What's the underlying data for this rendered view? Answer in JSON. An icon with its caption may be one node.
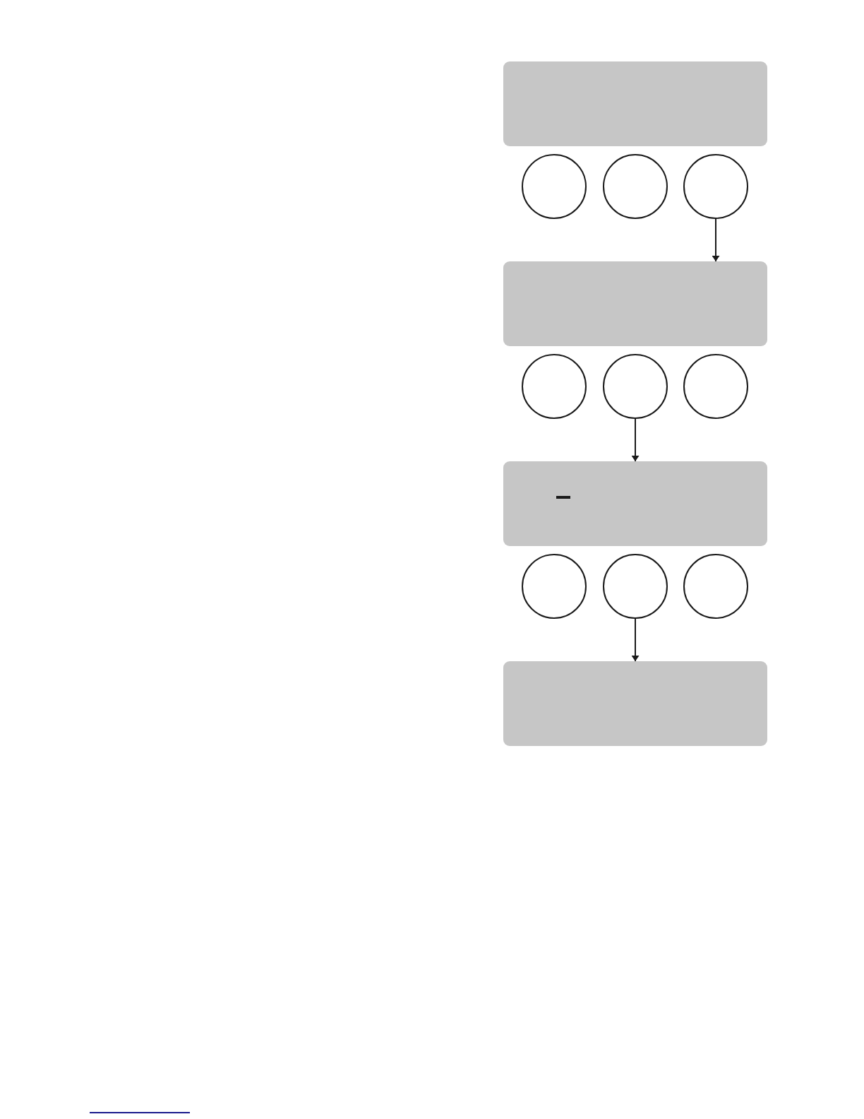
{
  "diagram": {
    "nodes": [
      {
        "text": [],
        "shape": "box"
      },
      {
        "text": [],
        "shape": "circle"
      },
      {
        "text": [],
        "shape": "circle"
      },
      {
        "text": [],
        "shape": "circle"
      },
      {
        "text": [],
        "shape": "box"
      },
      {
        "text": [],
        "shape": "circle"
      },
      {
        "text": [],
        "shape": "circle"
      },
      {
        "text": [],
        "shape": "circle"
      },
      {
        "text": [],
        "shape": "box"
      },
      {
        "text": [],
        "shape": "circle"
      },
      {
        "text": [],
        "shape": "circle"
      },
      {
        "text": [],
        "shape": "circle"
      },
      {
        "text": [],
        "shape": "box"
      }
    ],
    "edges": [
      {
        "from": 3,
        "to": 4,
        "arrow": "to"
      },
      {
        "from": 6,
        "to": 8,
        "arrow": "to"
      },
      {
        "from": 10,
        "to": 12,
        "arrow": "to"
      }
    ]
  }
}
